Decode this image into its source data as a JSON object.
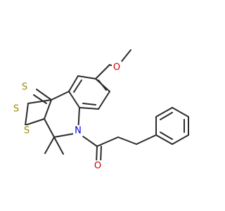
{
  "molecule": {
    "atoms": {
      "o_methoxy": {
        "label": "O",
        "color": "#d40000"
      },
      "s_thione": {
        "label": "S",
        "color": "#9a8b00"
      },
      "s_ring_1": {
        "label": "S",
        "color": "#9a8b00"
      },
      "s_ring_2": {
        "label": "S",
        "color": "#9a8b00"
      },
      "n_ring": {
        "label": "N",
        "color": "#0000e0"
      },
      "o_carbonyl": {
        "label": "O",
        "color": "#d40000"
      }
    },
    "bond_color": "#2b2b2b"
  }
}
